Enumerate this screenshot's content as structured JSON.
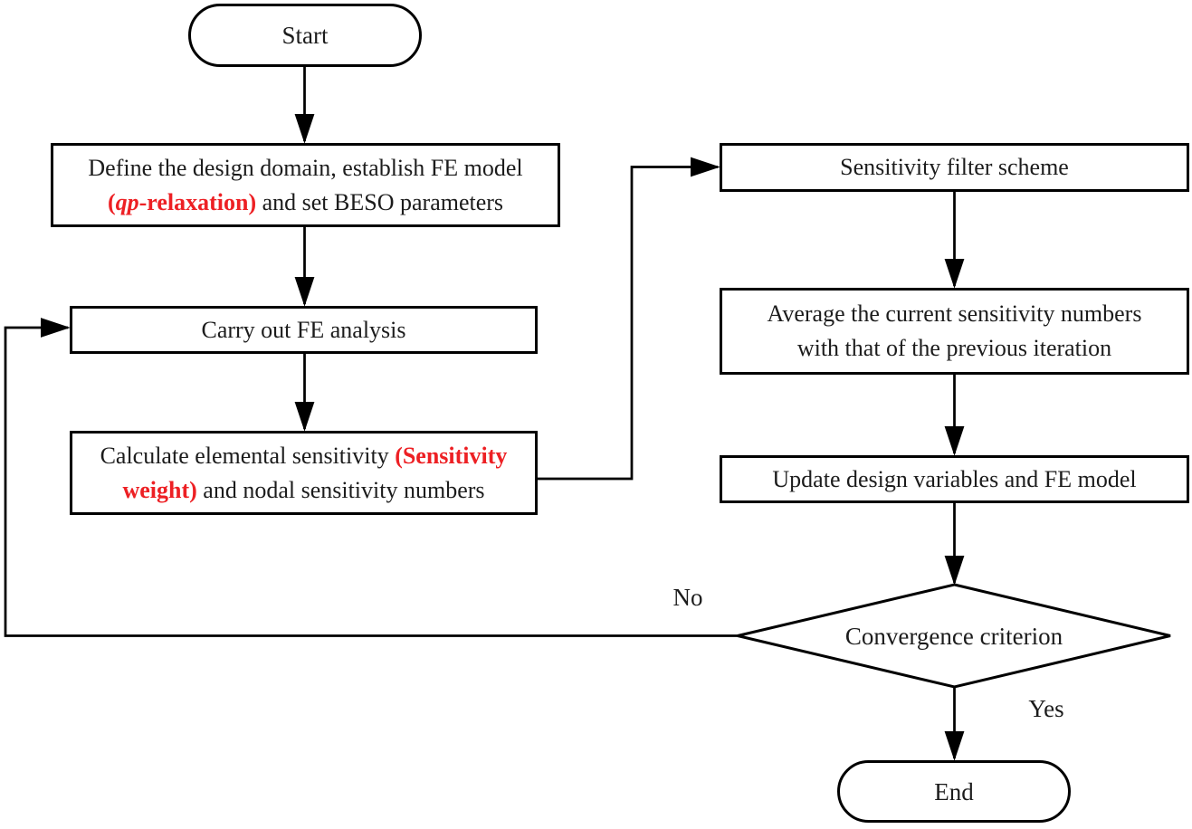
{
  "colors": {
    "stroke": "#000000",
    "text": "#1c1c1c",
    "background": "#ffffff",
    "highlight_red": "#ed2024"
  },
  "nodes": {
    "start": {
      "label": "Start"
    },
    "define": {
      "line1": "Define the design domain, establish FE model",
      "line2_red_pre": "(",
      "line2_red_italic": "qp",
      "line2_red_post": "-relaxation)",
      "line2_rest": " and set BESO parameters"
    },
    "fe_analysis": {
      "label": "Carry out FE analysis"
    },
    "calc": {
      "line1_pre": "Calculate elemental sensitivity ",
      "line1_red": "(Sensitivity",
      "line2_red": "weight)",
      "line2_rest": " and nodal sensitivity numbers"
    },
    "filter": {
      "label": "Sensitivity filter scheme"
    },
    "average": {
      "line1": "Average the current sensitivity numbers",
      "line2": "with that of the previous iteration"
    },
    "update": {
      "label": "Update design variables and FE model"
    },
    "decision": {
      "label": "Convergence criterion"
    },
    "end": {
      "label": "End"
    },
    "edge_labels": {
      "no": "No",
      "yes": "Yes"
    }
  }
}
